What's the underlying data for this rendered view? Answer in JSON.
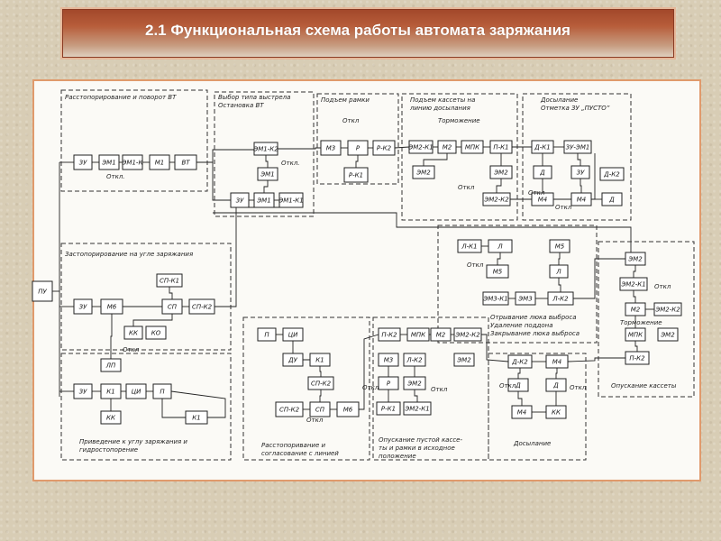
{
  "title": "2.1 Функциональная схема работы автомата заряжания",
  "diagram": {
    "groups": [
      {
        "id": "g1",
        "label_lines": [
          "Расстопорирование и поворот ВТ"
        ]
      },
      {
        "id": "g2",
        "label_lines": [
          "Выбор типа выстрела",
          "Остановка ВТ"
        ]
      },
      {
        "id": "g3",
        "label_lines": [
          "Подъем рамки"
        ]
      },
      {
        "id": "g4",
        "label_lines": [
          "Подъем кассеты на",
          "линию досылания"
        ]
      },
      {
        "id": "g5",
        "label_lines": [
          "Досылание",
          "Отметка ЗУ „ПУСТО”"
        ]
      },
      {
        "id": "g6",
        "label_lines": [
          "Застопорирование на угле заряжания"
        ]
      },
      {
        "id": "g7",
        "label_lines": [
          "Приведение к углу заряжания и",
          "гидростопорение"
        ]
      },
      {
        "id": "g8",
        "label_lines": [
          "Отрывание люка выброса",
          "Удаление поддона",
          "Закрывание люка выброса"
        ]
      },
      {
        "id": "g9",
        "label_lines": [
          "Расстопоривание и",
          "согласование с линией"
        ]
      },
      {
        "id": "g10",
        "label_lines": [
          "Опускание пустой кассе-",
          "ты и рамки в исходное",
          "положение"
        ]
      },
      {
        "id": "g11",
        "label_lines": [
          "Досылание"
        ]
      },
      {
        "id": "g12",
        "label_lines": [
          "Опускание кассеты"
        ]
      }
    ],
    "blocks": [
      {
        "id": "b1",
        "label": "ПУ"
      },
      {
        "id": "b2",
        "label": "ЗУ"
      },
      {
        "id": "b3",
        "label": "ЭМ1"
      },
      {
        "id": "b4",
        "label": "ЭМ1-К"
      },
      {
        "id": "b5",
        "label": "М1"
      },
      {
        "id": "b6",
        "label": "ВТ"
      },
      {
        "id": "b7",
        "label": "ЭМ1-К2"
      },
      {
        "id": "b8",
        "label": "ЭМ1"
      },
      {
        "id": "b9",
        "label": "ЗУ"
      },
      {
        "id": "b10",
        "label": "ЭМ1"
      },
      {
        "id": "b11",
        "label": "ЭМ1-К1"
      },
      {
        "id": "b12",
        "label": "М3"
      },
      {
        "id": "b13",
        "label": "Р"
      },
      {
        "id": "b14",
        "label": "Р-К2"
      },
      {
        "id": "b15",
        "label": "Р-К1"
      },
      {
        "id": "b16",
        "label": "ЭМ2-К1"
      },
      {
        "id": "b17",
        "label": "М2"
      },
      {
        "id": "b18",
        "label": "МПК"
      },
      {
        "id": "b19",
        "label": "П-К1"
      },
      {
        "id": "b20",
        "label": "ЭМ2"
      },
      {
        "id": "b21",
        "label": "ЭМ2"
      },
      {
        "id": "b22",
        "label": "ЭМ2-К2"
      },
      {
        "id": "b23",
        "label": "Д-К1"
      },
      {
        "id": "b24",
        "label": "ЗУ-ЭМ1"
      },
      {
        "id": "b25",
        "label": "Д"
      },
      {
        "id": "b26",
        "label": "ЗУ"
      },
      {
        "id": "b27",
        "label": "Д-К2"
      },
      {
        "id": "b28",
        "label": "М4"
      },
      {
        "id": "b29",
        "label": "М4"
      },
      {
        "id": "b30",
        "label": "Д"
      },
      {
        "id": "b31",
        "label": "ЗУ"
      },
      {
        "id": "b32",
        "label": "М6"
      },
      {
        "id": "b33",
        "label": "СП-К1"
      },
      {
        "id": "b34",
        "label": "СП"
      },
      {
        "id": "b35",
        "label": "СП-К2"
      },
      {
        "id": "b36",
        "label": "КК"
      },
      {
        "id": "b37",
        "label": "КО"
      },
      {
        "id": "b38",
        "label": "ЛП"
      },
      {
        "id": "b39",
        "label": "ЗУ"
      },
      {
        "id": "b40",
        "label": "К1"
      },
      {
        "id": "b41",
        "label": "ЦИ"
      },
      {
        "id": "b42",
        "label": "П"
      },
      {
        "id": "b43",
        "label": "КК"
      },
      {
        "id": "b44",
        "label": "К1"
      },
      {
        "id": "b45",
        "label": "Л-К1"
      },
      {
        "id": "b46",
        "label": "Л"
      },
      {
        "id": "b47",
        "label": "М5"
      },
      {
        "id": "b48",
        "label": "М5"
      },
      {
        "id": "b49",
        "label": "Л"
      },
      {
        "id": "b50",
        "label": "ЭМ3-К1"
      },
      {
        "id": "b51",
        "label": "ЭМ3"
      },
      {
        "id": "b52",
        "label": "Л-К2"
      },
      {
        "id": "b53",
        "label": "ЭМ2"
      },
      {
        "id": "b54",
        "label": "ЭМ2-К1"
      },
      {
        "id": "b55",
        "label": "М2"
      },
      {
        "id": "b56",
        "label": "ЭМ2-К2"
      },
      {
        "id": "b57",
        "label": "МПК"
      },
      {
        "id": "b58",
        "label": "ЭМ2"
      },
      {
        "id": "b59",
        "label": "П-К2"
      },
      {
        "id": "b60",
        "label": "П"
      },
      {
        "id": "b61",
        "label": "ЦИ"
      },
      {
        "id": "b62",
        "label": "ДУ"
      },
      {
        "id": "b63",
        "label": "К1"
      },
      {
        "id": "b64",
        "label": "СП-К2"
      },
      {
        "id": "b65",
        "label": "СП-К2"
      },
      {
        "id": "b66",
        "label": "СП"
      },
      {
        "id": "b67",
        "label": "М6"
      },
      {
        "id": "b68",
        "label": "П-К2"
      },
      {
        "id": "b69",
        "label": "МПК"
      },
      {
        "id": "b70",
        "label": "М2"
      },
      {
        "id": "b71",
        "label": "ЭМ2-К2"
      },
      {
        "id": "b72",
        "label": "М3"
      },
      {
        "id": "b73",
        "label": "Л-К2"
      },
      {
        "id": "b74",
        "label": "ЭМ2"
      },
      {
        "id": "b75",
        "label": "Р"
      },
      {
        "id": "b76",
        "label": "ЭМ2"
      },
      {
        "id": "b77",
        "label": "Р-К1"
      },
      {
        "id": "b78",
        "label": "ЭМ2-К1"
      },
      {
        "id": "b79",
        "label": "Д-К2"
      },
      {
        "id": "b80",
        "label": "М4"
      },
      {
        "id": "b81",
        "label": "Д"
      },
      {
        "id": "b82",
        "label": "Д"
      },
      {
        "id": "b83",
        "label": "М4"
      },
      {
        "id": "b84",
        "label": "КК"
      }
    ],
    "notes": [
      {
        "id": "n1",
        "text": "Откл."
      },
      {
        "id": "n2",
        "text": "Откл."
      },
      {
        "id": "n3",
        "text": "Откл"
      },
      {
        "id": "n4",
        "text": "Торможение"
      },
      {
        "id": "n5",
        "text": "Откл"
      },
      {
        "id": "n6",
        "text": "Откл"
      },
      {
        "id": "n7",
        "text": "Откл"
      },
      {
        "id": "n8",
        "text": "Откл"
      },
      {
        "id": "n9",
        "text": "Торможение"
      },
      {
        "id": "n10",
        "text": "Откл"
      },
      {
        "id": "n11",
        "text": "Откл"
      },
      {
        "id": "n12",
        "text": "Откл"
      },
      {
        "id": "n13",
        "text": "Откл"
      },
      {
        "id": "n14",
        "text": "Откл"
      },
      {
        "id": "n15",
        "text": "Откл"
      },
      {
        "id": "n16",
        "text": "Откл"
      }
    ]
  }
}
